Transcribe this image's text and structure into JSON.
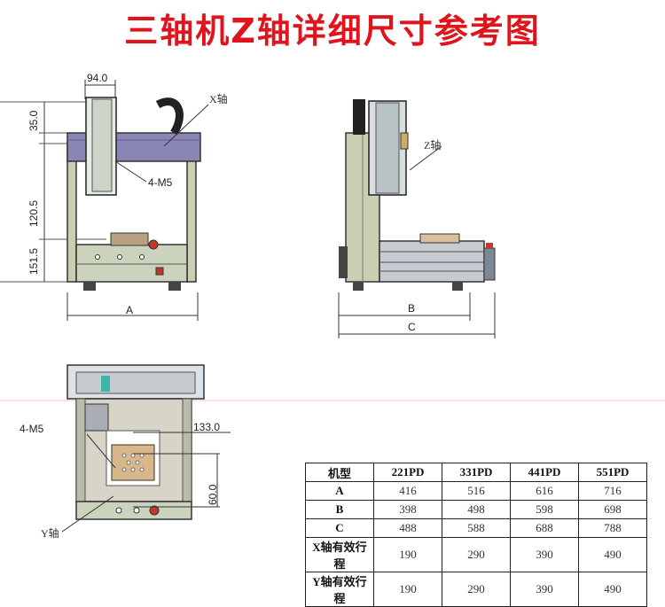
{
  "title": "三轴机Z轴详细尺寸参考图",
  "front_view": {
    "dim_width": "94.0",
    "dim_35": "35.0",
    "dim_120": "120.5",
    "dim_151": "151.5",
    "label_x": "X轴",
    "label_m5": "4-M5",
    "label_a": "A"
  },
  "side_view": {
    "label_z": "Z轴",
    "label_b": "B",
    "label_c": "C"
  },
  "top_view": {
    "label_m5": "4-M5",
    "dim_133": "133.0",
    "dim_60": "60.0",
    "label_y": "Y轴"
  },
  "table": {
    "headers": [
      "机型",
      "221PD",
      "331PD",
      "441PD",
      "551PD"
    ],
    "rows": [
      {
        "label": "A",
        "values": [
          "416",
          "516",
          "616",
          "716"
        ]
      },
      {
        "label": "B",
        "values": [
          "398",
          "498",
          "598",
          "698"
        ]
      },
      {
        "label": "C",
        "values": [
          "488",
          "588",
          "688",
          "788"
        ]
      },
      {
        "label": "X轴有效行程",
        "values": [
          "190",
          "290",
          "390",
          "490"
        ]
      },
      {
        "label": "Y轴有效行程",
        "values": [
          "190",
          "290",
          "390",
          "490"
        ]
      }
    ]
  }
}
